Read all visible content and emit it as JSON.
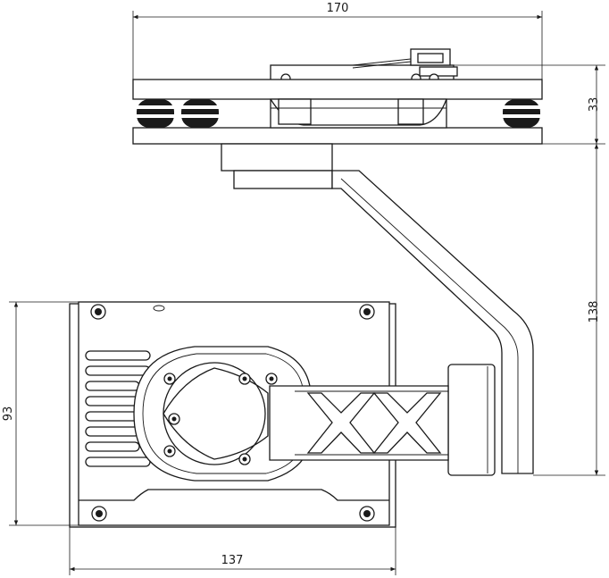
{
  "dimensions": {
    "top_width": "170",
    "plate_height": "33",
    "total_height": "138",
    "camera_height": "93",
    "camera_width": "137"
  },
  "colors": {
    "line": "#1a1a1a",
    "background": "#ffffff"
  }
}
